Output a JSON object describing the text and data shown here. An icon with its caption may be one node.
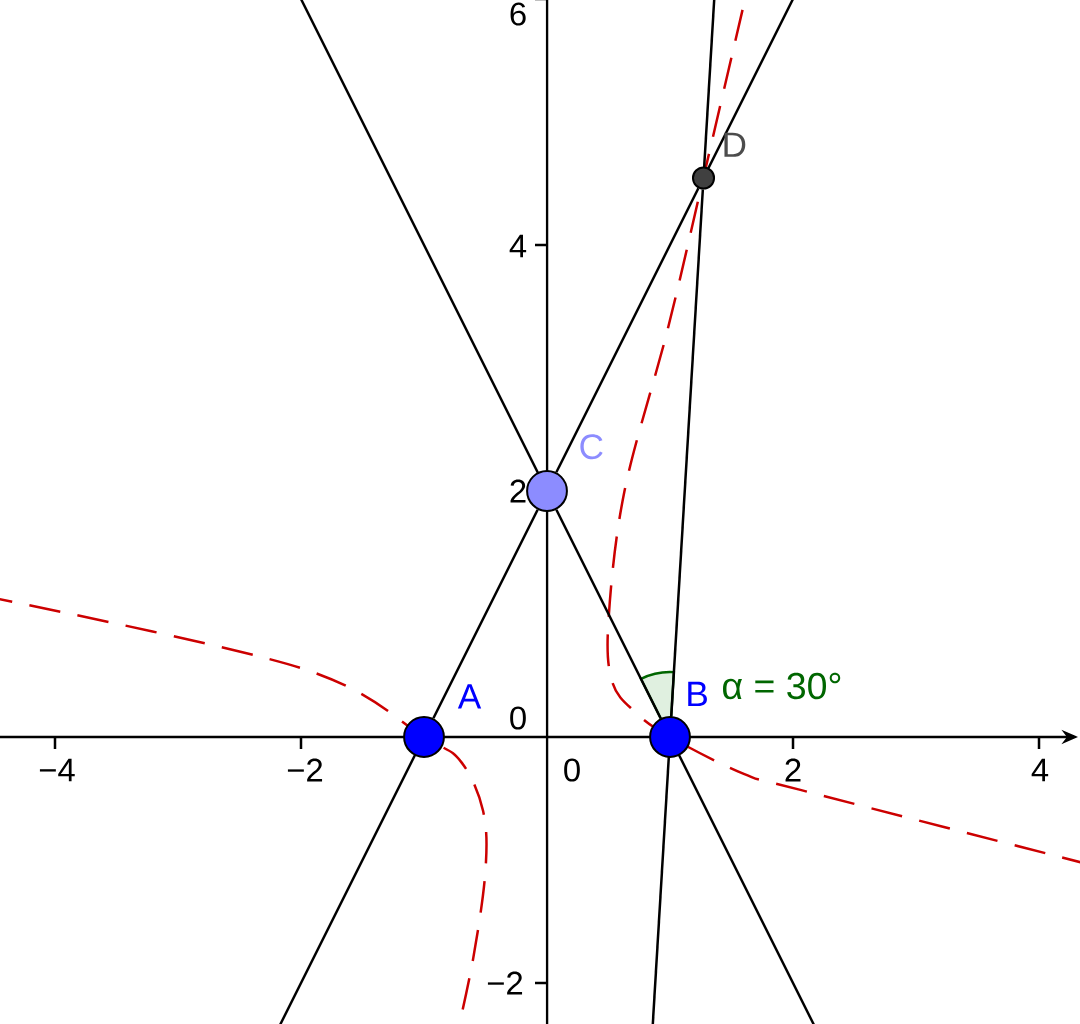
{
  "diagram": {
    "nodes": [
      {
        "text": [
          "D"
        ]
      },
      {
        "text": [
          "C"
        ]
      },
      {
        "text": [
          "A"
        ]
      },
      {
        "text": [
          "B"
        ]
      }
    ],
    "edges": [
      {
        "from": 2,
        "to": 1,
        "arrow": "none"
      },
      {
        "from": 1,
        "to": 0,
        "arrow": "none"
      },
      {
        "from": 3,
        "to": 1,
        "arrow": "none"
      },
      {
        "from": 3,
        "to": 0,
        "arrow": "none"
      }
    ],
    "labels": [
      "6",
      "4",
      "2",
      "α = 30°",
      "0",
      "−4",
      "−2",
      "0",
      "2",
      "4",
      "−2"
    ]
  }
}
